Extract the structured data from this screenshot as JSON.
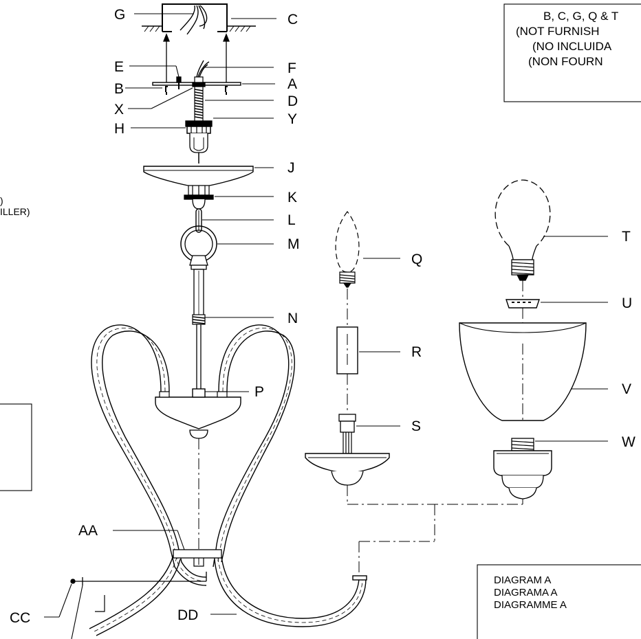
{
  "labels": {
    "G": "G",
    "C": "C",
    "E": "E",
    "F": "F",
    "B": "B",
    "A": "A",
    "X": "X",
    "D": "D",
    "Y": "Y",
    "H": "H",
    "J": "J",
    "K": "K",
    "L": "L",
    "M": "M",
    "N": "N",
    "P": "P",
    "Q": "Q",
    "R": "R",
    "S": "S",
    "T": "T",
    "U": "U",
    "V": "V",
    "W": "W",
    "AA": "AA",
    "CC": "CC",
    "DD": "DD"
  },
  "note_top": {
    "line1": "B, C, G, Q & T",
    "line2": "(NOT FURNISH",
    "line3": "(NO INCLUIDA",
    "line4": "(NON FOURN"
  },
  "left_fragments": {
    "frag1": ")",
    "frag2": "ILLER)"
  },
  "diagram_box": {
    "line1": "DIAGRAM A",
    "line2": "DIAGRAMA A",
    "line3": "DIAGRAMME A"
  }
}
